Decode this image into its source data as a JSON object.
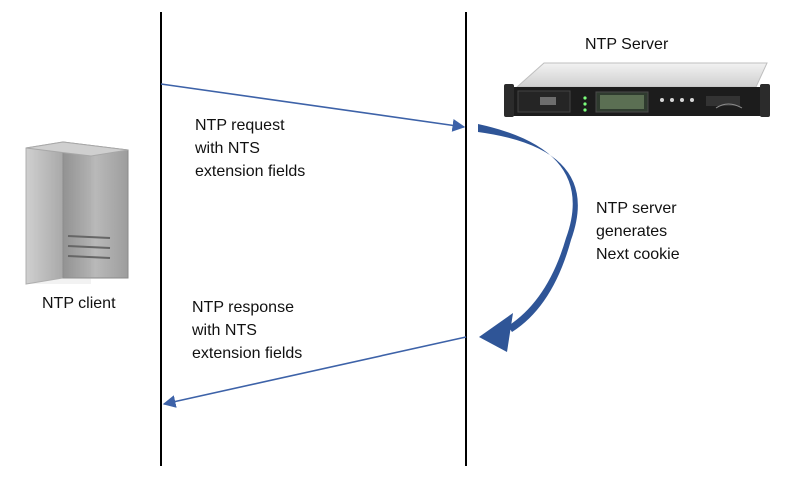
{
  "diagram": {
    "server_label": "NTP Server",
    "client_label": "NTP client",
    "request_lines": [
      "NTP request",
      "with NTS",
      "extension fields"
    ],
    "server_note_lines": [
      "NTP server",
      "generates",
      "Next cookie"
    ],
    "response_lines": [
      "NTP response",
      "with NTS",
      "extension fields"
    ]
  },
  "colors": {
    "timeline": "#000000",
    "message_arrow": "#3d62a8",
    "curved_arrow": "#2f5597",
    "text": "#111111"
  },
  "icons": {
    "client": "tower-computer-icon",
    "server": "rack-server-icon"
  }
}
